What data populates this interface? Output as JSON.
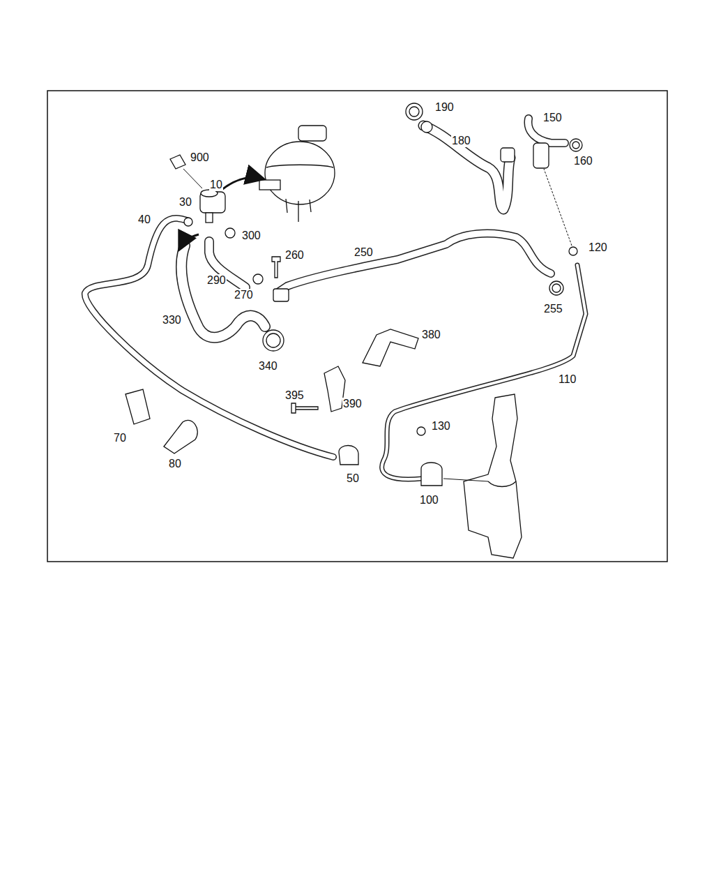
{
  "diagram": {
    "labels": [
      "190",
      "150",
      "900",
      "180",
      "160",
      "10",
      "30",
      "40",
      "300",
      "120",
      "250",
      "260",
      "290",
      "270",
      "255",
      "330",
      "380",
      "340",
      "110",
      "395",
      "390",
      "130",
      "70",
      "80",
      "50",
      "100"
    ]
  }
}
